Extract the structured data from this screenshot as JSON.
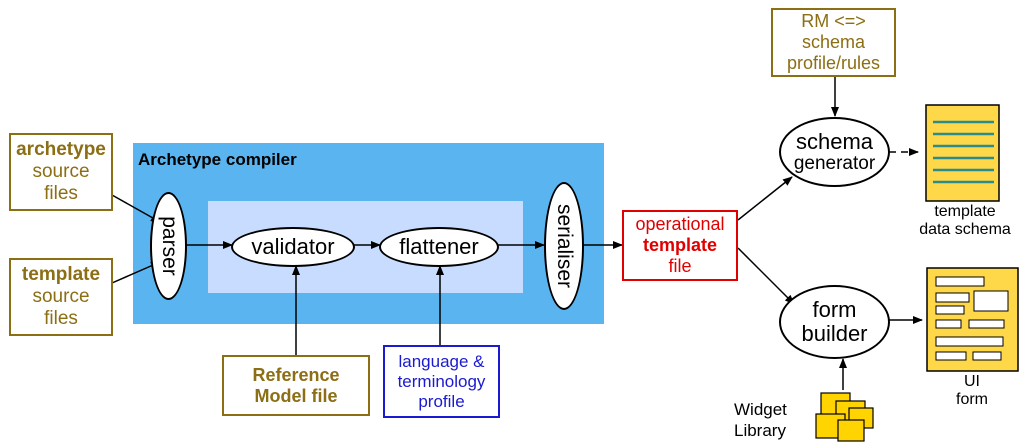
{
  "colors": {
    "compiler_bg": "#5ab4f0",
    "inner_bg": "#c8dcff",
    "source_gold": "#8c6e14",
    "operational_red": "#e00000",
    "profile_blue": "#1a1ad0",
    "doc_yellow": "#ffd84a"
  },
  "compiler": {
    "title": "Archetype compiler"
  },
  "inputs": {
    "archetype": {
      "bold": "archetype",
      "line2": "source",
      "line3": "files"
    },
    "template": {
      "bold": "template",
      "line2": "source",
      "line3": "files"
    }
  },
  "nodes": {
    "parser": "parser",
    "validator": "validator",
    "flattener": "flattener",
    "serialiser": "serialiser",
    "schema_generator": {
      "line1": "schema",
      "line2": "generator"
    },
    "form_builder": {
      "line1": "form",
      "line2": "builder"
    }
  },
  "reference_model": {
    "line1": "Reference",
    "line2": "Model file"
  },
  "language_profile": {
    "line1": "language &",
    "line2": "terminology",
    "line3": "profile"
  },
  "operational_template": {
    "line1": "operational",
    "line2": "template",
    "line3": "file"
  },
  "rm_schema": {
    "line1": "RM <=>",
    "line2": "schema",
    "line3": "profile/rules"
  },
  "outputs": {
    "data_schema": {
      "line1": "template",
      "line2": "data schema"
    },
    "ui_form": {
      "line1": "UI",
      "line2": "form"
    }
  },
  "widget_library": {
    "line1": "Widget",
    "line2": "Library"
  }
}
